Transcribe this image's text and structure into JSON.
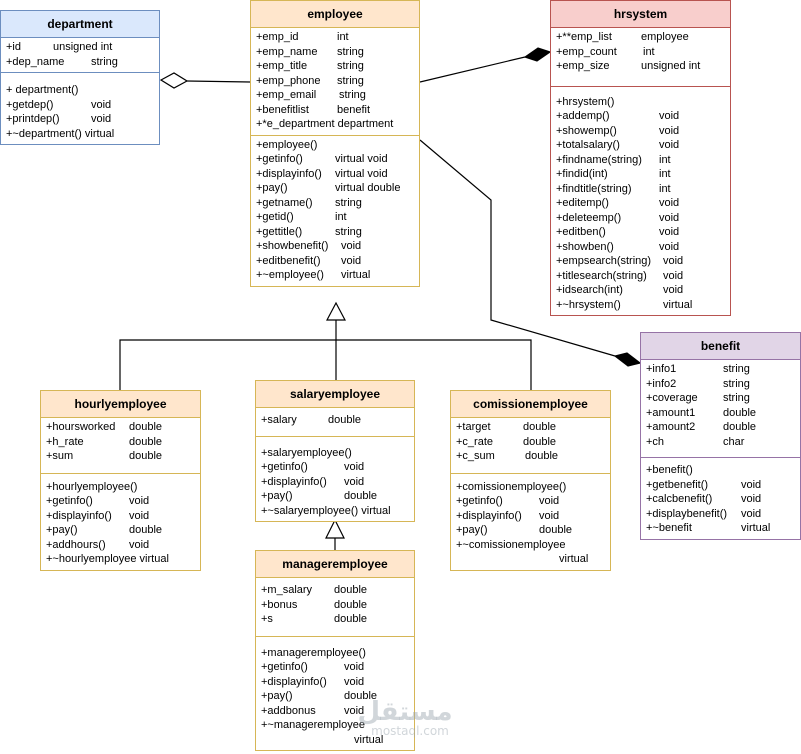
{
  "classes": {
    "department": {
      "name": "department",
      "attributes": [
        {
          "n": "+id",
          "t": "unsigned int"
        },
        {
          "n": "+dep_name",
          "t": "string"
        }
      ],
      "methods": [
        {
          "n": "+ department()",
          "t": ""
        },
        {
          "n": "+getdep()",
          "t": "void"
        },
        {
          "n": "+printdep()",
          "t": "void"
        },
        {
          "n": "+~department() virtual",
          "t": ""
        }
      ]
    },
    "employee": {
      "name": "employee",
      "attributes": [
        {
          "n": "+emp_id",
          "t": "int"
        },
        {
          "n": "+emp_name",
          "t": "string"
        },
        {
          "n": "+emp_title",
          "t": "string"
        },
        {
          "n": "+emp_phone",
          "t": "string"
        },
        {
          "n": "+emp_email",
          "t": "string"
        },
        {
          "n": "+benefitlist",
          "t": "benefit"
        },
        {
          "n": "+*e_department department",
          "t": ""
        }
      ],
      "methods": [
        {
          "n": "+employee()",
          "t": ""
        },
        {
          "n": "+getinfo()",
          "t": "virtual void"
        },
        {
          "n": "+displayinfo()",
          "t": "virtual void"
        },
        {
          "n": "+pay()",
          "t": "virtual double"
        },
        {
          "n": "+getname()",
          "t": "string"
        },
        {
          "n": "+getid()",
          "t": "int"
        },
        {
          "n": "+gettitle()",
          "t": "string"
        },
        {
          "n": "+showbenefit()",
          "t": "void"
        },
        {
          "n": "+editbenefit()",
          "t": "void"
        },
        {
          "n": "+~employee()",
          "t": "virtual"
        }
      ]
    },
    "hrsystem": {
      "name": "hrsystem",
      "attributes": [
        {
          "n": "+**emp_list",
          "t": "employee"
        },
        {
          "n": "+emp_count",
          "t": "int"
        },
        {
          "n": "+emp_size",
          "t": "unsigned int"
        }
      ],
      "methods": [
        {
          "n": "+hrsystem()",
          "t": ""
        },
        {
          "n": "+addemp()",
          "t": "void"
        },
        {
          "n": "+showemp()",
          "t": "void"
        },
        {
          "n": "+totalsalary()",
          "t": "void"
        },
        {
          "n": "+findname(string)",
          "t": "int"
        },
        {
          "n": "+findid(int)",
          "t": "int"
        },
        {
          "n": "+findtitle(string)",
          "t": "int"
        },
        {
          "n": "+editemp()",
          "t": "void"
        },
        {
          "n": "+deleteemp()",
          "t": "void"
        },
        {
          "n": "+editben()",
          "t": "void"
        },
        {
          "n": "+showben()",
          "t": "void"
        },
        {
          "n": "+empsearch(string)",
          "t": "void"
        },
        {
          "n": "+titlesearch(string)",
          "t": "void"
        },
        {
          "n": "+idsearch(int)",
          "t": "void"
        },
        {
          "n": "+~hrsystem()",
          "t": "virtual"
        }
      ]
    },
    "benefit": {
      "name": "benefit",
      "attributes": [
        {
          "n": "+info1",
          "t": "string"
        },
        {
          "n": "+info2",
          "t": "string"
        },
        {
          "n": "+coverage",
          "t": "string"
        },
        {
          "n": "+amount1",
          "t": "double"
        },
        {
          "n": "+amount2",
          "t": "double"
        },
        {
          "n": "+ch",
          "t": "char"
        }
      ],
      "methods": [
        {
          "n": "+benefit()",
          "t": ""
        },
        {
          "n": "+getbenefit()",
          "t": "void"
        },
        {
          "n": "+calcbenefit()",
          "t": "void"
        },
        {
          "n": "+displaybenefit()",
          "t": "void"
        },
        {
          "n": "+~benefit",
          "t": "virtual"
        }
      ]
    },
    "hourlyemployee": {
      "name": "hourlyemployee",
      "attributes": [
        {
          "n": "+hoursworked",
          "t": "double"
        },
        {
          "n": "+h_rate",
          "t": "double"
        },
        {
          "n": "+sum",
          "t": "double"
        }
      ],
      "methods": [
        {
          "n": "+hourlyemployee()",
          "t": ""
        },
        {
          "n": "+getinfo()",
          "t": "void"
        },
        {
          "n": "+displayinfo()",
          "t": "void"
        },
        {
          "n": "+pay()",
          "t": "double"
        },
        {
          "n": "+addhours()",
          "t": "void"
        },
        {
          "n": "+~hourlyemployee virtual",
          "t": ""
        }
      ]
    },
    "salaryemployee": {
      "name": "salaryemployee",
      "attributes": [
        {
          "n": "+salary",
          "t": "double"
        }
      ],
      "methods": [
        {
          "n": "+salaryemployee()",
          "t": ""
        },
        {
          "n": "+getinfo()",
          "t": "void"
        },
        {
          "n": "+displayinfo()",
          "t": "void"
        },
        {
          "n": "+pay()",
          "t": "double"
        },
        {
          "n": "+~salaryemployee() virtual",
          "t": ""
        }
      ]
    },
    "comissionemployee": {
      "name": "comissionemployee",
      "attributes": [
        {
          "n": "+target",
          "t": "double"
        },
        {
          "n": "+c_rate",
          "t": "double"
        },
        {
          "n": "+c_sum",
          "t": "double"
        }
      ],
      "methods": [
        {
          "n": "+comissionemployee()",
          "t": ""
        },
        {
          "n": "+getinfo()",
          "t": "void"
        },
        {
          "n": "+displayinfo()",
          "t": "void"
        },
        {
          "n": "+pay()",
          "t": "double"
        },
        {
          "n": "+~comissionemployee",
          "t": ""
        },
        {
          "n": "",
          "t": "virtual"
        }
      ]
    },
    "manageremployee": {
      "name": "manageremployee",
      "attributes": [
        {
          "n": "+m_salary",
          "t": "double"
        },
        {
          "n": "+bonus",
          "t": "double"
        },
        {
          "n": "+s",
          "t": "double"
        }
      ],
      "methods": [
        {
          "n": "+manageremployee()",
          "t": ""
        },
        {
          "n": "+getinfo()",
          "t": "void"
        },
        {
          "n": "+displayinfo()",
          "t": "void"
        },
        {
          "n": "+pay()",
          "t": "double"
        },
        {
          "n": "+addbonus",
          "t": "void"
        },
        {
          "n": "+~manageremployee",
          "t": ""
        },
        {
          "n": "",
          "t": "virtual"
        }
      ]
    }
  },
  "relationships": [
    {
      "type": "aggregation",
      "from": "employee",
      "to": "department"
    },
    {
      "type": "composition",
      "from": "employee",
      "to": "hrsystem"
    },
    {
      "type": "composition",
      "from": "employee",
      "to": "benefit"
    },
    {
      "type": "inheritance",
      "from": "hourlyemployee",
      "to": "employee"
    },
    {
      "type": "inheritance",
      "from": "salaryemployee",
      "to": "employee"
    },
    {
      "type": "inheritance",
      "from": "comissionemployee",
      "to": "employee"
    },
    {
      "type": "inheritance",
      "from": "manageremployee",
      "to": "salaryemployee"
    }
  ],
  "watermark": {
    "text": "مستقل",
    "subtext": "mostaql.com"
  }
}
